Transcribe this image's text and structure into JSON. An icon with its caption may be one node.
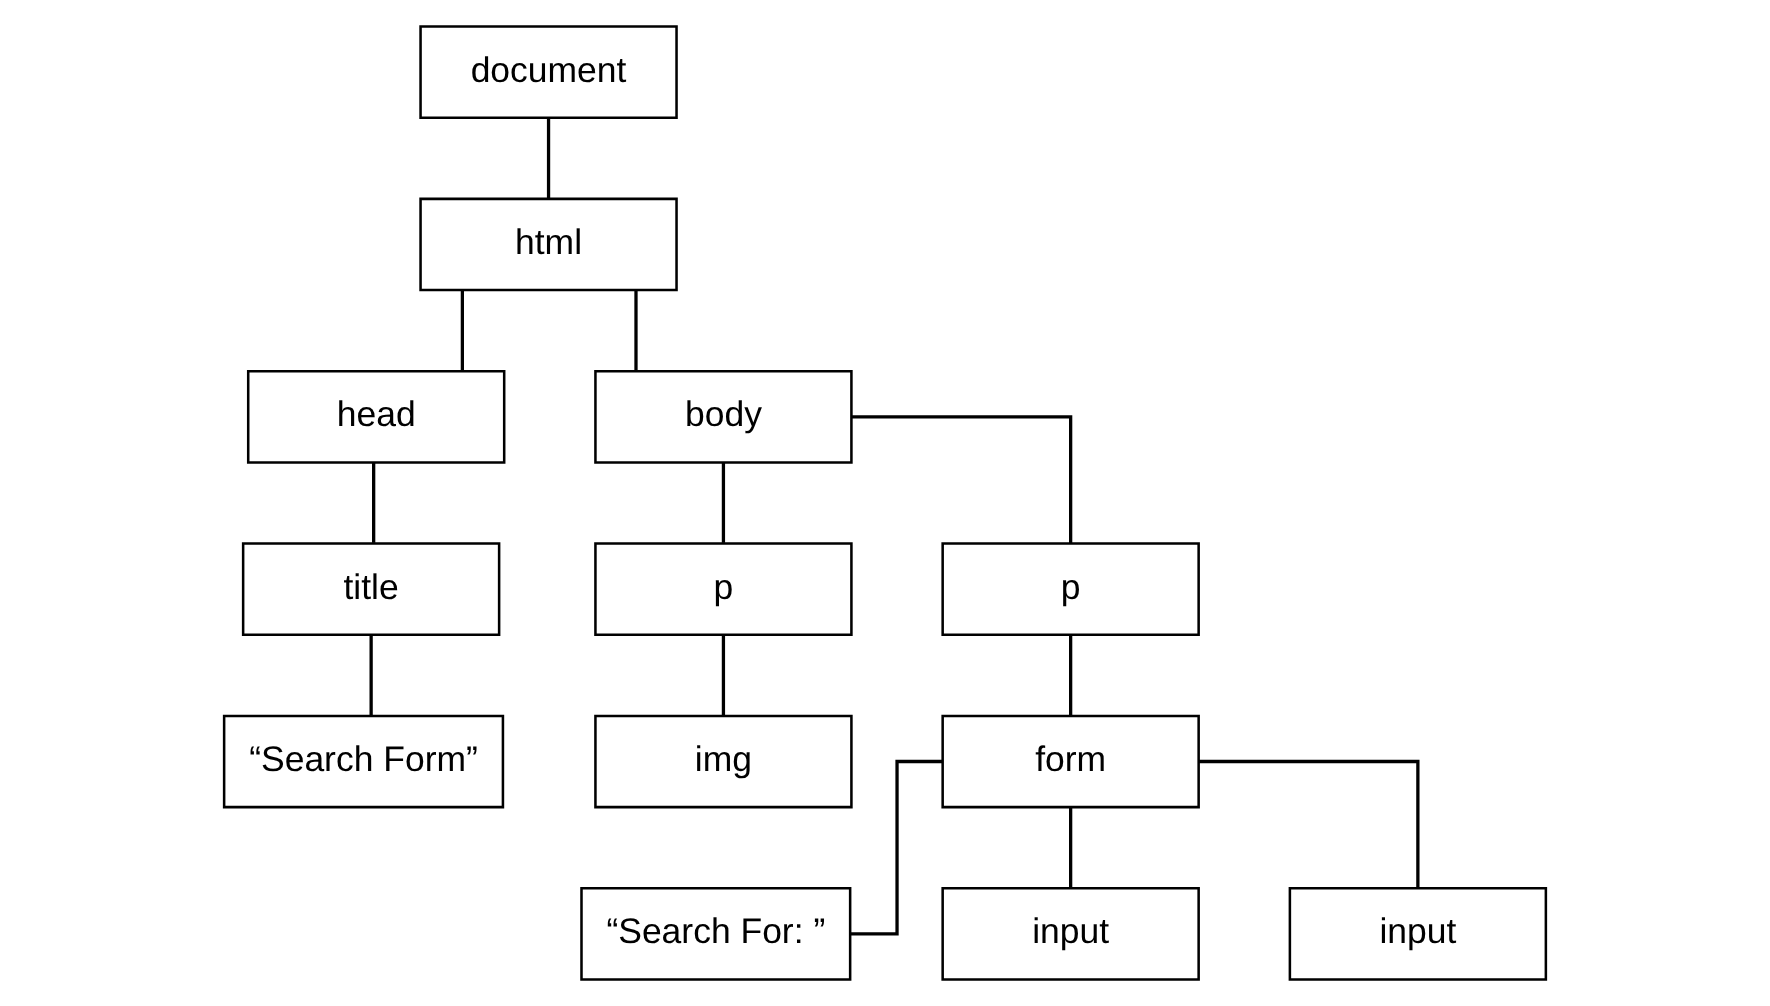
{
  "diagram": {
    "nodes": [
      {
        "text": [
          "document"
        ]
      },
      {
        "text": [
          "html"
        ]
      },
      {
        "text": [
          "head"
        ]
      },
      {
        "text": [
          "body"
        ]
      },
      {
        "text": [
          "title"
        ]
      },
      {
        "text": [
          "“Search Form”"
        ]
      },
      {
        "text": [
          "p"
        ]
      },
      {
        "text": [
          "p"
        ]
      },
      {
        "text": [
          "img"
        ]
      },
      {
        "text": [
          "form"
        ]
      },
      {
        "text": [
          "“Search For: ”"
        ]
      },
      {
        "text": [
          "input"
        ]
      },
      {
        "text": [
          "input"
        ]
      }
    ],
    "edges": [
      {
        "from": 0,
        "to": 1,
        "arrow": "none"
      },
      {
        "from": 1,
        "to": 2,
        "arrow": "none"
      },
      {
        "from": 1,
        "to": 3,
        "arrow": "none"
      },
      {
        "from": 2,
        "to": 4,
        "arrow": "none"
      },
      {
        "from": 4,
        "to": 5,
        "arrow": "none"
      },
      {
        "from": 3,
        "to": 6,
        "arrow": "none"
      },
      {
        "from": 3,
        "to": 7,
        "arrow": "none"
      },
      {
        "from": 6,
        "to": 8,
        "arrow": "none"
      },
      {
        "from": 7,
        "to": 9,
        "arrow": "none"
      },
      {
        "from": 9,
        "to": 10,
        "arrow": "none"
      },
      {
        "from": 9,
        "to": 11,
        "arrow": "none"
      },
      {
        "from": 9,
        "to": 12,
        "arrow": "none"
      }
    ]
  }
}
